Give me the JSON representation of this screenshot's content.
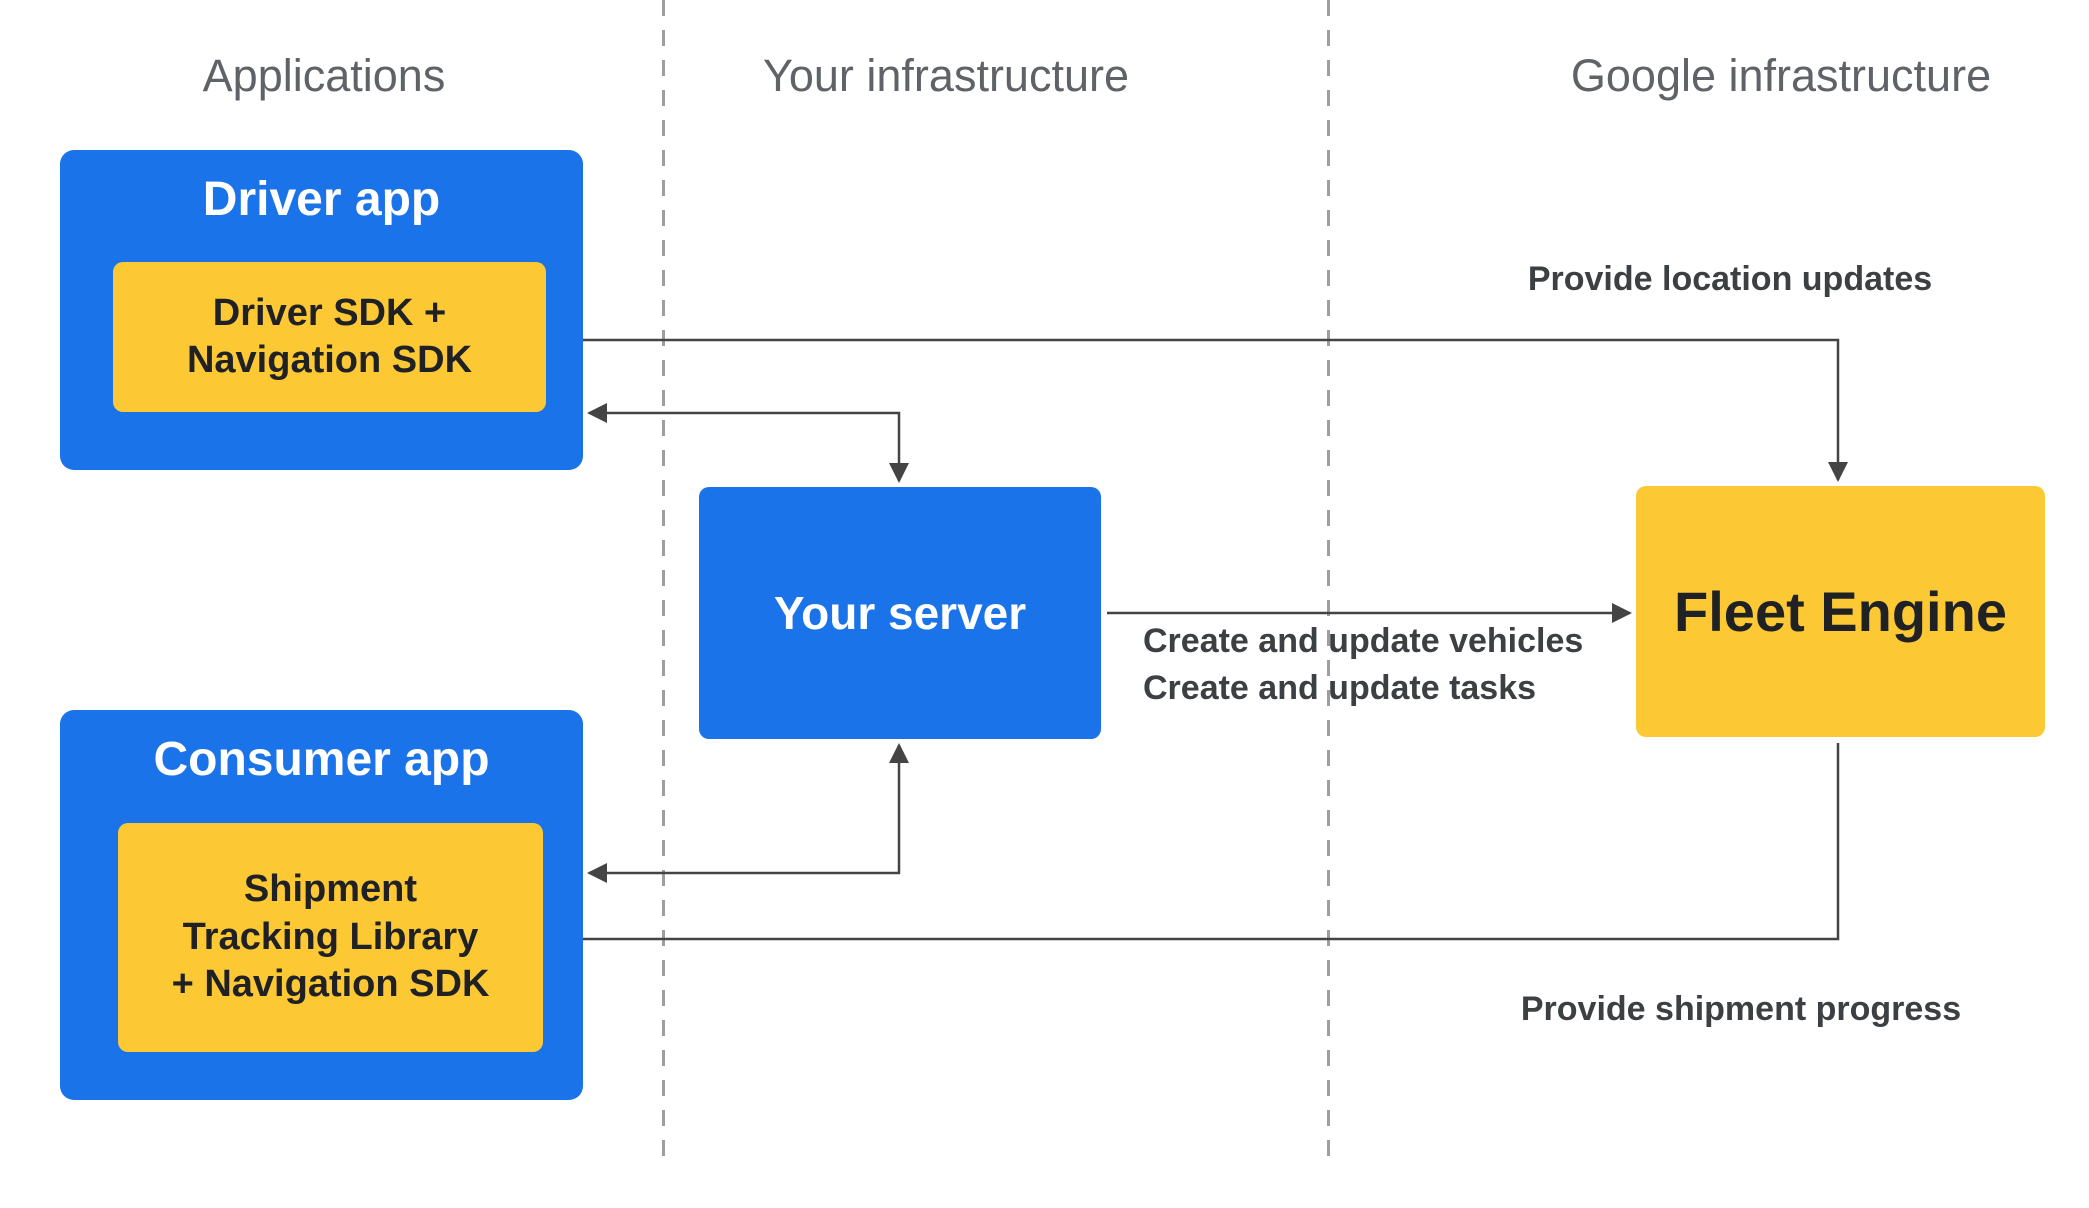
{
  "colors": {
    "blue": "#1a73e8",
    "yellow": "#fcc934",
    "dark_text": "#202124",
    "label_text": "#3c4043",
    "header_text": "#5f6368",
    "arrow": "#444444",
    "divider": "#9e9e9e"
  },
  "columns": [
    {
      "label": "Applications"
    },
    {
      "label": "Your infrastructure"
    },
    {
      "label": "Google infrastructure"
    }
  ],
  "nodes": {
    "driver_app": {
      "title": "Driver app",
      "sdk": "Driver SDK +\nNavigation SDK"
    },
    "consumer_app": {
      "title": "Consumer app",
      "sdk": "Shipment\nTracking Library\n+ Navigation SDK"
    },
    "your_server": {
      "title": "Your server"
    },
    "fleet_engine": {
      "title": "Fleet Engine"
    }
  },
  "edges": {
    "location_updates": "Provide location updates",
    "create_vehicles": "Create and update vehicles",
    "create_tasks": "Create and update tasks",
    "shipment_progress": "Provide shipment progress"
  }
}
